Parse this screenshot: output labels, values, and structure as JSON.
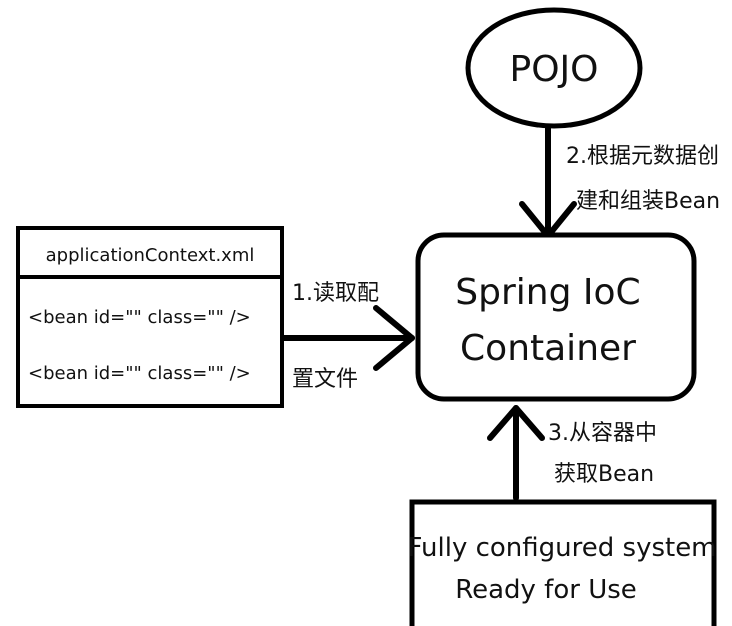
{
  "pojo": {
    "label": "POJO"
  },
  "config_file": {
    "title": "applicationContext.xml",
    "beans": [
      "<bean id=\"\" class=\"\" />",
      "<bean id=\"\" class=\"\" />"
    ]
  },
  "container": {
    "line1": "Spring IoC",
    "line2": "Container"
  },
  "steps": {
    "step1": {
      "line1": "1.读取配",
      "line2": "置文件"
    },
    "step2": {
      "line1": "2.根据元数据创",
      "line2": "建和组装Bean"
    },
    "step3": {
      "line1": "3.从容器中",
      "line2": "获取Bean"
    }
  },
  "system": {
    "line1": "Fully configured system",
    "line2": "Ready for Use"
  }
}
